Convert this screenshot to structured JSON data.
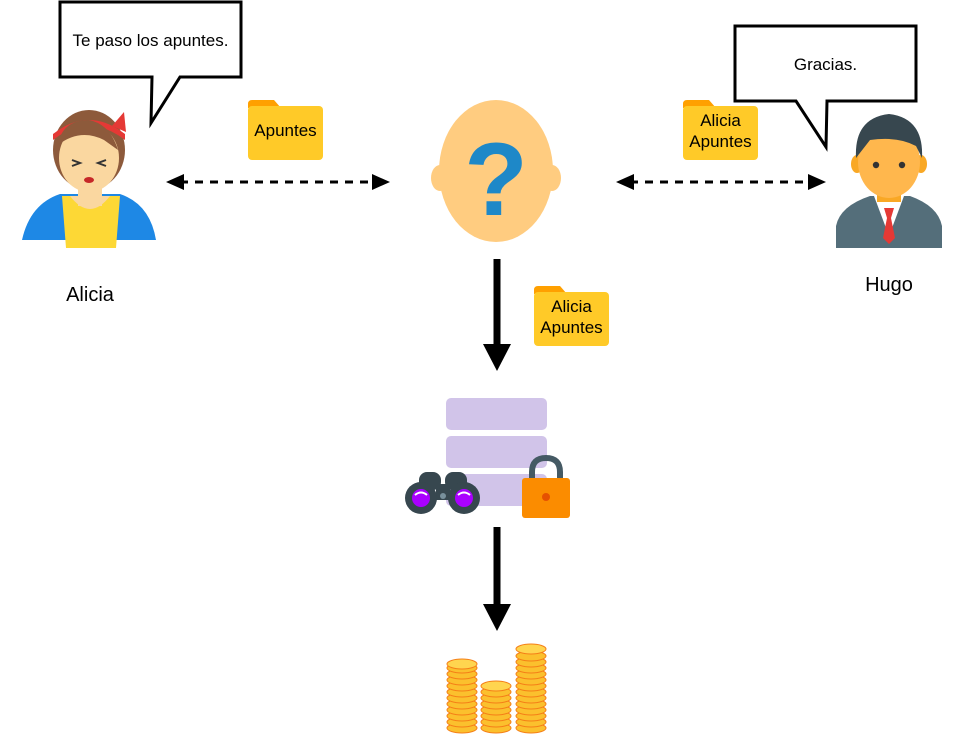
{
  "alicia": {
    "name": "Alicia",
    "speech": "Te paso los apuntes."
  },
  "hugo": {
    "name": "Hugo",
    "speech": "Gracias."
  },
  "folders": {
    "alicia_to_middle": {
      "line1": "Apuntes"
    },
    "middle_to_hugo": {
      "line1": "Alicia",
      "line2": "Apuntes"
    },
    "middle_to_storage": {
      "line1": "Alicia",
      "line2": "Apuntes"
    }
  },
  "icons": {
    "alicia": "woman-avatar-icon",
    "hugo": "man-avatar-icon",
    "unknown": "unknown-person-icon",
    "database": "database-icon",
    "binoculars": "binoculars-icon",
    "lock": "padlock-icon",
    "coins": "coin-stacks-icon",
    "folder": "folder-icon"
  },
  "colors": {
    "folder": "#FFCA28",
    "folder_tab": "#FFA000",
    "skin": "#FAD7A0",
    "unknown_face": "#FFCC80",
    "question": "#1E88C8",
    "database": "#D1C4E9",
    "lock": "#FB8C00",
    "coin": "#FBC02D"
  }
}
